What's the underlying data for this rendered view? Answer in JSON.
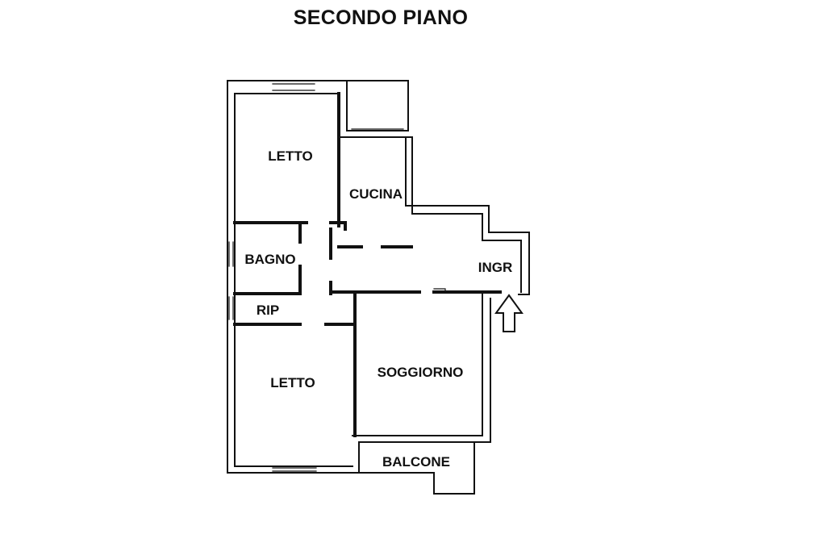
{
  "title": "SECONDO PIANO",
  "rooms": {
    "letto_top": "LETTO",
    "cucina": "CUCINA",
    "bagno": "BAGNO",
    "ingr": "INGR",
    "rip": "RIP",
    "letto_bottom": "LETTO",
    "soggiorno": "SOGGIORNO",
    "balcone": "BALCONE"
  },
  "icons": {
    "entrance": "entrance-arrow-icon"
  }
}
